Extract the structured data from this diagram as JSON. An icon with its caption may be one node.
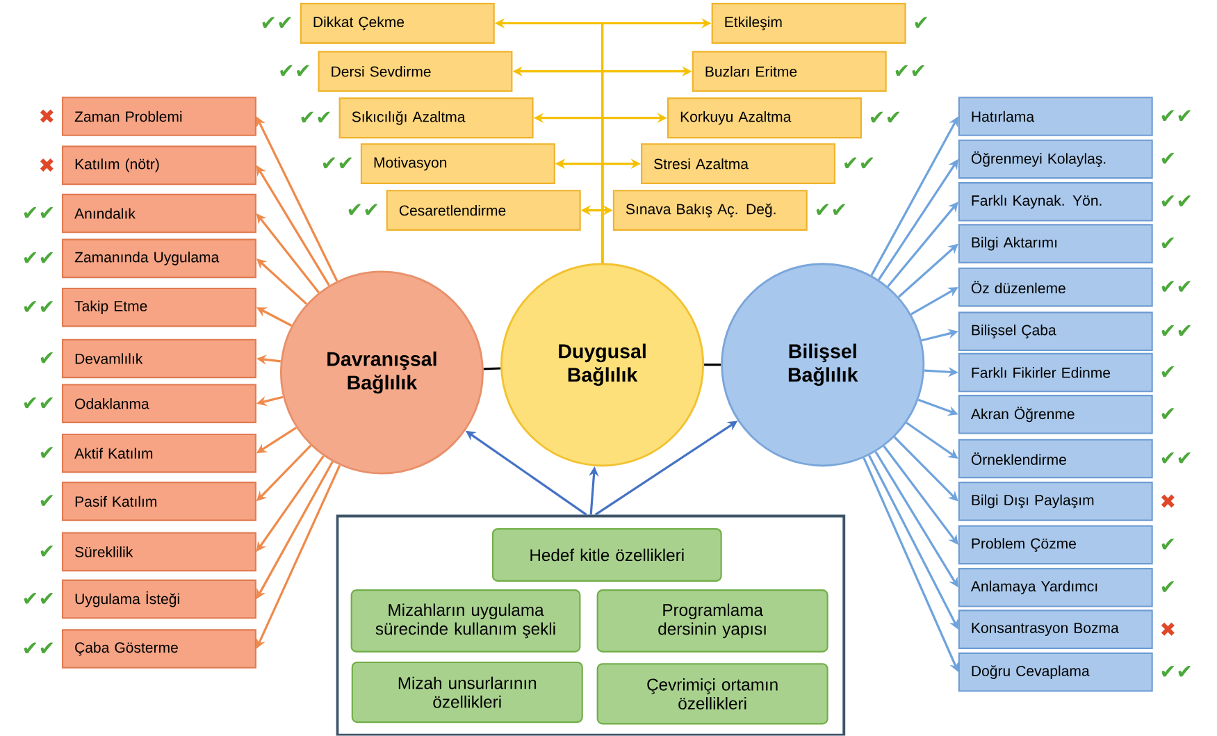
{
  "diagram": {
    "nodes": [
      {
        "text": [
          "Dikkat Çekme"
        ],
        "beside": [
          "✔✔"
        ]
      },
      {
        "text": [
          "Etkileşim"
        ],
        "beside": [
          "✔"
        ]
      },
      {
        "text": [
          "Dersi Sevdirme"
        ],
        "beside": [
          "✔✔"
        ]
      },
      {
        "text": [
          "Buzları Eritme"
        ],
        "beside": [
          "✔✔"
        ]
      },
      {
        "text": [
          "Sıkıcılığı Azaltma"
        ],
        "beside": [
          "✔✔"
        ]
      },
      {
        "text": [
          "Korkuyu Azaltma"
        ],
        "beside": [
          "✔✔"
        ]
      },
      {
        "text": [
          "Motivasyon"
        ],
        "beside": [
          "✔✔"
        ]
      },
      {
        "text": [
          "Stresi Azaltma"
        ],
        "beside": [
          "✔✔"
        ]
      },
      {
        "text": [
          "Cesaretlendirme"
        ],
        "beside": [
          "✔✔"
        ]
      },
      {
        "text": [
          "Sınava Bakış Aç. Değ."
        ],
        "beside": [
          "✔✔"
        ]
      },
      {
        "text": [
          "Zaman Problemi"
        ],
        "beside": [
          "✖"
        ]
      },
      {
        "text": [
          "Katılım (nötr)"
        ],
        "beside": [
          "✖"
        ]
      },
      {
        "text": [
          "Anındalık"
        ],
        "beside": [
          "✔✔"
        ]
      },
      {
        "text": [
          "Zamanında Uygulama"
        ],
        "beside": [
          "✔✔"
        ]
      },
      {
        "text": [
          "Takip Etme"
        ],
        "beside": [
          "✔✔"
        ]
      },
      {
        "text": [
          "Devamlılık"
        ],
        "beside": [
          "✔"
        ]
      },
      {
        "text": [
          "Odaklanma"
        ],
        "beside": [
          "✔✔"
        ]
      },
      {
        "text": [
          "Aktif Katılım"
        ],
        "beside": [
          "✔"
        ]
      },
      {
        "text": [
          "Pasif Katılım"
        ],
        "beside": [
          "✔"
        ]
      },
      {
        "text": [
          "Süreklilik"
        ],
        "beside": [
          "✔"
        ]
      },
      {
        "text": [
          "Uygulama İsteği"
        ],
        "beside": [
          "✔✔"
        ]
      },
      {
        "text": [
          "Çaba Gösterme"
        ],
        "beside": [
          "✔✔"
        ]
      },
      {
        "text": [
          "Davranışsal Bağlılık"
        ]
      },
      {
        "text": [
          "Duygusal Bağlılık"
        ]
      },
      {
        "text": [
          "Bilişsel Bağlılık"
        ]
      },
      {
        "text": [
          "Hatırlama"
        ],
        "beside": [
          "✔✔"
        ]
      },
      {
        "text": [
          "Öğrenmeyi Kolaylaş."
        ],
        "beside": [
          "✔"
        ]
      },
      {
        "text": [
          "Farklı Kaynak. Yön."
        ],
        "beside": [
          "✔✔"
        ]
      },
      {
        "text": [
          "Bilgi Aktarımı"
        ],
        "beside": [
          "✔"
        ]
      },
      {
        "text": [
          "Öz düzenleme"
        ],
        "beside": [
          "✔✔"
        ]
      },
      {
        "text": [
          "Bilişsel Çaba"
        ],
        "beside": [
          "✔✔"
        ]
      },
      {
        "text": [
          "Farklı Fikirler Edinme"
        ],
        "beside": [
          "✔"
        ]
      },
      {
        "text": [
          "Akran Öğrenme"
        ],
        "beside": [
          "✔"
        ]
      },
      {
        "text": [
          "Örneklendirme"
        ],
        "beside": [
          "✔✔"
        ]
      },
      {
        "text": [
          "Bilgi Dışı Paylaşım"
        ],
        "beside": [
          "✖"
        ]
      },
      {
        "text": [
          "Problem Çözme"
        ],
        "beside": [
          "✔"
        ]
      },
      {
        "text": [
          "Anlamaya Yardımcı"
        ],
        "beside": [
          "✔"
        ]
      },
      {
        "text": [
          "Konsantrasyon Bozma"
        ],
        "beside": [
          "✖"
        ]
      },
      {
        "text": [
          "Doğru Cevaplama"
        ],
        "beside": [
          "✔✔"
        ]
      },
      {
        "text": [],
        "shape": "box"
      },
      {
        "text": [
          "Hedef kitle özellikleri"
        ],
        "in": 39
      },
      {
        "text": [
          "Mizahların uygulama sürecinde kullanım şekli"
        ],
        "in": 39
      },
      {
        "text": [
          "Programlama dersinin yapısı"
        ],
        "in": 39
      },
      {
        "text": [
          "Mizah unsurlarının özellikleri"
        ],
        "in": 39
      },
      {
        "text": [
          "Çevrimiçi ortamın özellikleri"
        ],
        "in": 39
      }
    ],
    "edges": [
      {
        "from": 22,
        "to": 23,
        "arrow": "none",
        "color": "#000000"
      },
      {
        "from": 23,
        "to": 24,
        "arrow": "none",
        "color": "#000000"
      },
      {
        "from": 23,
        "to": 0,
        "arrow": "to",
        "color": "#f5c000"
      },
      {
        "from": 23,
        "to": 1,
        "arrow": "to",
        "color": "#f5c000"
      },
      {
        "from": 23,
        "to": 2,
        "arrow": "to",
        "color": "#f5c000"
      },
      {
        "from": 23,
        "to": 3,
        "arrow": "to",
        "color": "#f5c000"
      },
      {
        "from": 23,
        "to": 4,
        "arrow": "to",
        "color": "#f5c000"
      },
      {
        "from": 23,
        "to": 5,
        "arrow": "to",
        "color": "#f5c000"
      },
      {
        "from": 23,
        "to": 6,
        "arrow": "to",
        "color": "#f5c000"
      },
      {
        "from": 23,
        "to": 7,
        "arrow": "to",
        "color": "#f5c000"
      },
      {
        "from": 23,
        "to": 8,
        "arrow": "to",
        "color": "#f5c000"
      },
      {
        "from": 23,
        "to": 9,
        "arrow": "to",
        "color": "#f5c000"
      },
      {
        "from": 22,
        "to": 10,
        "arrow": "to",
        "color": "#ef8a4a"
      },
      {
        "from": 22,
        "to": 11,
        "arrow": "to",
        "color": "#ef8a4a"
      },
      {
        "from": 22,
        "to": 12,
        "arrow": "to",
        "color": "#ef8a4a"
      },
      {
        "from": 22,
        "to": 13,
        "arrow": "to",
        "color": "#ef8a4a"
      },
      {
        "from": 22,
        "to": 14,
        "arrow": "to",
        "color": "#ef8a4a"
      },
      {
        "from": 22,
        "to": 15,
        "arrow": "to",
        "color": "#ef8a4a"
      },
      {
        "from": 22,
        "to": 16,
        "arrow": "to",
        "color": "#ef8a4a"
      },
      {
        "from": 22,
        "to": 17,
        "arrow": "to",
        "color": "#ef8a4a"
      },
      {
        "from": 22,
        "to": 18,
        "arrow": "to",
        "color": "#ef8a4a"
      },
      {
        "from": 22,
        "to": 19,
        "arrow": "to",
        "color": "#ef8a4a"
      },
      {
        "from": 22,
        "to": 20,
        "arrow": "to",
        "color": "#ef8a4a"
      },
      {
        "from": 22,
        "to": 21,
        "arrow": "to",
        "color": "#ef8a4a"
      },
      {
        "from": 24,
        "to": 25,
        "arrow": "to",
        "color": "#6fa3dc"
      },
      {
        "from": 24,
        "to": 26,
        "arrow": "to",
        "color": "#6fa3dc"
      },
      {
        "from": 24,
        "to": 27,
        "arrow": "to",
        "color": "#6fa3dc"
      },
      {
        "from": 24,
        "to": 28,
        "arrow": "to",
        "color": "#6fa3dc"
      },
      {
        "from": 24,
        "to": 29,
        "arrow": "to",
        "color": "#6fa3dc"
      },
      {
        "from": 24,
        "to": 30,
        "arrow": "to",
        "color": "#6fa3dc"
      },
      {
        "from": 24,
        "to": 31,
        "arrow": "to",
        "color": "#6fa3dc"
      },
      {
        "from": 24,
        "to": 32,
        "arrow": "to",
        "color": "#6fa3dc"
      },
      {
        "from": 24,
        "to": 33,
        "arrow": "to",
        "color": "#6fa3dc"
      },
      {
        "from": 24,
        "to": 34,
        "arrow": "to",
        "color": "#6fa3dc"
      },
      {
        "from": 24,
        "to": 35,
        "arrow": "to",
        "color": "#6fa3dc"
      },
      {
        "from": 24,
        "to": 36,
        "arrow": "to",
        "color": "#6fa3dc"
      },
      {
        "from": 24,
        "to": 37,
        "arrow": "to",
        "color": "#6fa3dc"
      },
      {
        "from": 24,
        "to": 38,
        "arrow": "to",
        "color": "#6fa3dc"
      },
      {
        "from": 39,
        "to": 22,
        "arrow": "to",
        "color": "#4472c4"
      },
      {
        "from": 39,
        "to": 23,
        "arrow": "to",
        "color": "#4472c4"
      },
      {
        "from": 39,
        "to": 24,
        "arrow": "to",
        "color": "#4472c4"
      }
    ]
  }
}
